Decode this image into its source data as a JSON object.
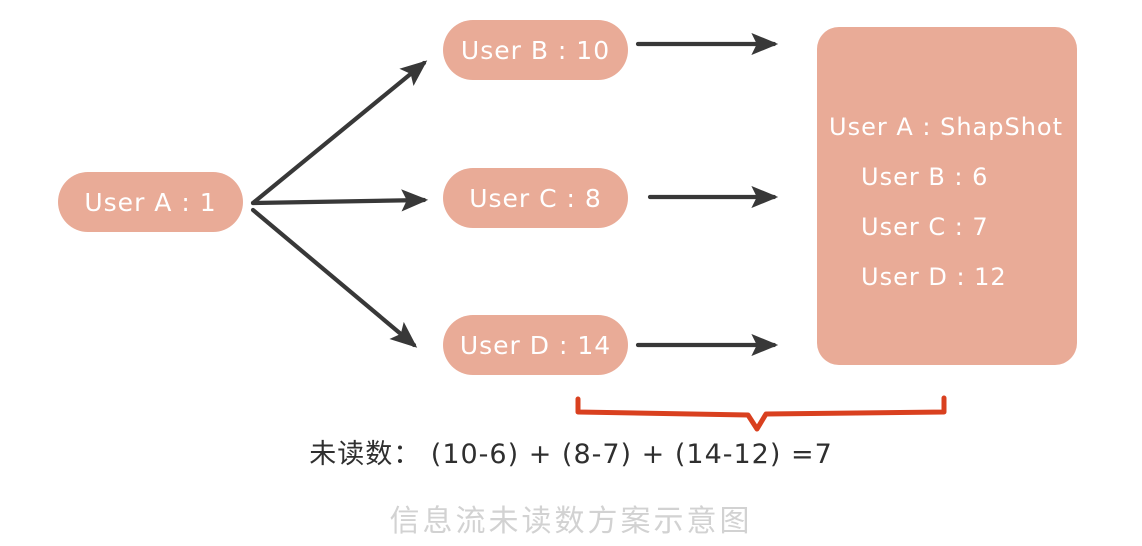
{
  "diagram": {
    "caption": "信息流未读数方案示意图",
    "colors": {
      "node_fill": "#e9ab97",
      "node_text": "#ffffff",
      "arrow": "#383838",
      "bracket": "#d9401f",
      "formula_text": "#2f2f2f",
      "caption_text": "#d2d2d2",
      "background": "#ffffff"
    },
    "source_node": {
      "label": "User A : 1",
      "user": "User A",
      "value": "1"
    },
    "target_nodes": [
      {
        "label": "User B : 10",
        "user": "User B",
        "value": "10"
      },
      {
        "label": "User C : 8",
        "user": "User C",
        "value": "8"
      },
      {
        "label": "User D : 14",
        "user": "User D",
        "value": "14"
      }
    ],
    "snapshot_panel": {
      "lines": [
        "User A : ShapShot",
        "User B : 6",
        "User C : 7",
        "User D : 12"
      ]
    },
    "formula": {
      "text": "未读数： (10-6) + (8-7) + (14-12) =7",
      "label": "未读数：",
      "terms": [
        "(10-6)",
        "(8-7)",
        "(14-12)"
      ],
      "result": "=7"
    }
  }
}
